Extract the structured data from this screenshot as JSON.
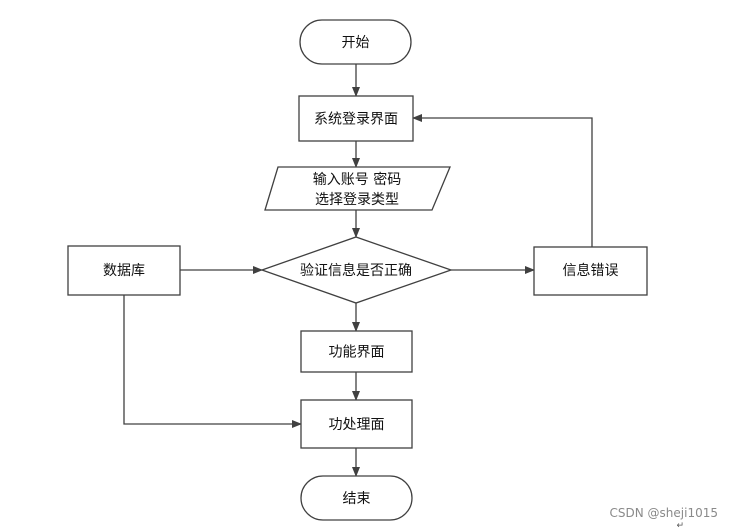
{
  "diagram": {
    "nodes": {
      "start": "开始",
      "login_page": "系统登录界面",
      "input_line1": "输入账号 密码",
      "input_line2": "选择登录类型",
      "verify": "验证信息是否正确",
      "database": "数据库",
      "error": "信息错误",
      "function_page": "功能界面",
      "process_page": "功处理面",
      "end": "结束"
    },
    "colors": {
      "stroke": "#404040",
      "fill": "#ffffff",
      "text": "#111111"
    }
  },
  "watermark": {
    "text": "CSDN @sheji1015",
    "return_mark": "↵"
  }
}
